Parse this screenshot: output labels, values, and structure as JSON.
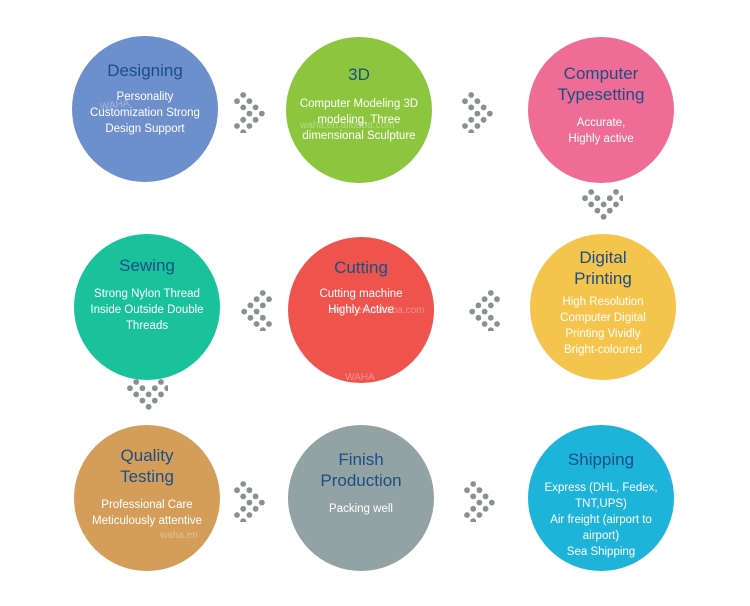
{
  "steps": [
    {
      "id": "designing",
      "title": "Designing",
      "desc": "Personality\nCustomization Strong\nDesign Support",
      "color": "#6d8fcc"
    },
    {
      "id": "3d",
      "title": "3D",
      "desc": "Computer Modeling 3D\nmodeling, Three\ndimensional Sculpture",
      "color": "#8cc63f"
    },
    {
      "id": "computer-typesetting",
      "title": "Computer\nTypesetting",
      "desc": "Accurate,\nHighly active",
      "color": "#ee6c95"
    },
    {
      "id": "digital-printing",
      "title": "Digital\nPrinting",
      "desc": "High Resolution\nComputer Digital\nPrinting Vividly\nBright-coloured",
      "color": "#f5c44c"
    },
    {
      "id": "cutting",
      "title": "Cutting",
      "desc": "Cutting machine\nHighly Active",
      "color": "#ee534d"
    },
    {
      "id": "sewing",
      "title": "Sewing",
      "desc": "Strong Nylon Thread\nInside Outside Double\nThreads",
      "color": "#19c29b"
    },
    {
      "id": "quality-testing",
      "title": "Quality\nTesting",
      "desc": "Professional Care\nMeticulously attentive",
      "color": "#d49e5a"
    },
    {
      "id": "finish-production",
      "title": "Finish\nProduction",
      "desc": "Packing well",
      "color": "#93a3a3"
    },
    {
      "id": "shipping",
      "title": "Shipping",
      "desc": "Express (DHL, Fedex,\nTNT,UPS)\nAir freight (airport to\nairport)\nSea Shipping",
      "color": "#1eb4d9"
    }
  ],
  "watermarks": [
    "WAHA",
    "waha.en.alibaba.com",
    "waha.en.alibaba.com",
    "WAHA",
    "waha.en"
  ]
}
